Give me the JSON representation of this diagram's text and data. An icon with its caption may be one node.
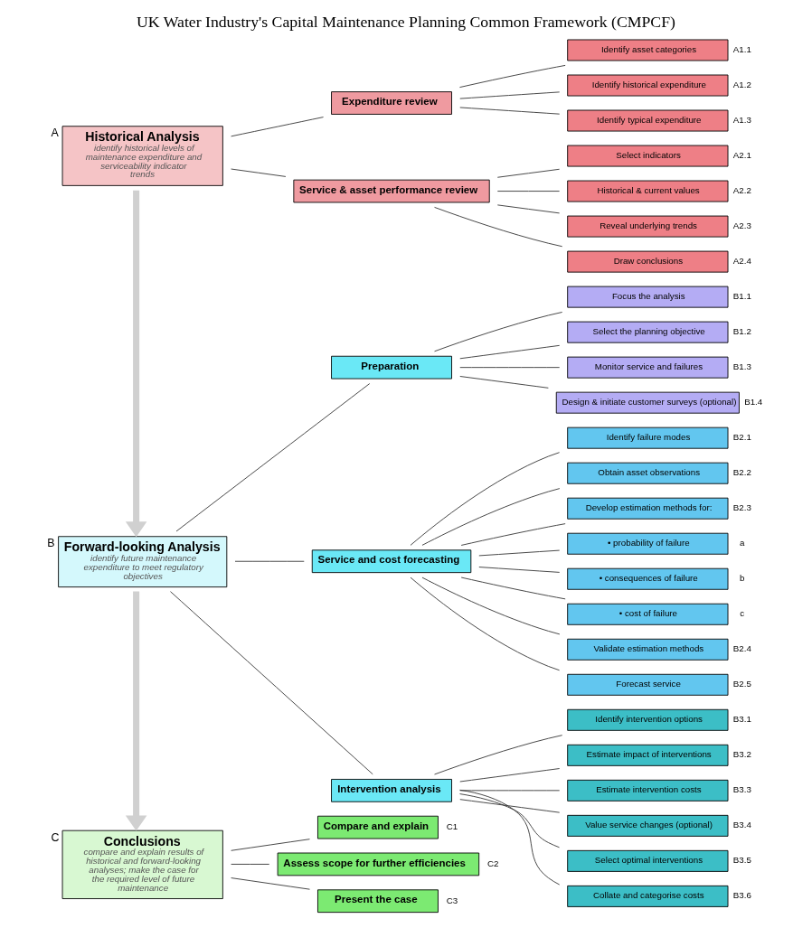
{
  "diagram": {
    "title": "UK Water Industry's Capital Maintenance Planning Common Framework (CMPCF)",
    "nodes": [
      {
        "text": [
          "Historical Analysis",
          "identify historical levels of maintenance expenditure and serviceability indicator trends"
        ],
        "beside": [
          "A"
        ]
      },
      {
        "text": [
          "Expenditure review"
        ]
      },
      {
        "text": [
          "Service & asset performance review"
        ]
      },
      {
        "text": [
          "Identify asset categories"
        ],
        "beside": [
          "A1.1"
        ]
      },
      {
        "text": [
          "Identify historical expenditure"
        ],
        "beside": [
          "A1.2"
        ]
      },
      {
        "text": [
          "Identify typical expenditure"
        ],
        "beside": [
          "A1.3"
        ]
      },
      {
        "text": [
          "Select indicators"
        ],
        "beside": [
          "A2.1"
        ]
      },
      {
        "text": [
          "Historical & current values"
        ],
        "beside": [
          "A2.2"
        ]
      },
      {
        "text": [
          "Reveal underlying trends"
        ],
        "beside": [
          "A2.3"
        ]
      },
      {
        "text": [
          "Draw conclusions"
        ],
        "beside": [
          "A2.4"
        ]
      },
      {
        "text": [
          "Forward-looking Analysis",
          "identify future maintenance expenditure to meet regulatory objectives"
        ],
        "beside": [
          "B"
        ]
      },
      {
        "text": [
          "Preparation"
        ]
      },
      {
        "text": [
          "Service and cost forecasting"
        ]
      },
      {
        "text": [
          "Intervention analysis"
        ]
      },
      {
        "text": [
          "Focus the analysis"
        ],
        "beside": [
          "B1.1"
        ]
      },
      {
        "text": [
          "Select the planning objective"
        ],
        "beside": [
          "B1.2"
        ]
      },
      {
        "text": [
          "Monitor service and failures"
        ],
        "beside": [
          "B1.3"
        ]
      },
      {
        "text": [
          "Design & initiate customer surveys (optional)"
        ],
        "beside": [
          "B1.4"
        ]
      },
      {
        "text": [
          "Identify failure modes"
        ],
        "beside": [
          "B2.1"
        ]
      },
      {
        "text": [
          "Obtain asset observations"
        ],
        "beside": [
          "B2.2"
        ]
      },
      {
        "text": [
          "Develop estimation methods for:"
        ],
        "beside": [
          "B2.3"
        ]
      },
      {
        "text": [
          "• probability of failure"
        ],
        "beside": [
          "a"
        ]
      },
      {
        "text": [
          "• consequences of failure"
        ],
        "beside": [
          "b"
        ]
      },
      {
        "text": [
          "• cost of failure"
        ],
        "beside": [
          "c"
        ]
      },
      {
        "text": [
          "Validate estimation methods"
        ],
        "beside": [
          "B2.4"
        ]
      },
      {
        "text": [
          "Forecast service"
        ],
        "beside": [
          "B2.5"
        ]
      },
      {
        "text": [
          "Identify intervention options"
        ],
        "beside": [
          "B3.1"
        ]
      },
      {
        "text": [
          "Estimate impact of interventions"
        ],
        "beside": [
          "B3.2"
        ]
      },
      {
        "text": [
          "Estimate intervention costs"
        ],
        "beside": [
          "B3.3"
        ]
      },
      {
        "text": [
          "Value service changes (optional)"
        ],
        "beside": [
          "B3.4"
        ]
      },
      {
        "text": [
          "Select optimal interventions"
        ],
        "beside": [
          "B3.5"
        ]
      },
      {
        "text": [
          "Collate and categorise costs"
        ],
        "beside": [
          "B3.6"
        ]
      },
      {
        "text": [
          "Conclusions",
          "compare and explain results of historical and forward-looking analyses; make the case for the required level of future maintenance"
        ],
        "beside": [
          "C"
        ]
      },
      {
        "text": [
          "Compare and explain"
        ],
        "beside": [
          "C1"
        ]
      },
      {
        "text": [
          "Assess scope for further efficiencies"
        ],
        "beside": [
          "C2"
        ]
      },
      {
        "text": [
          "Present the case"
        ],
        "beside": [
          "C3"
        ]
      }
    ],
    "edges": [
      {
        "from": 0,
        "to": 1,
        "arrow": "none"
      },
      {
        "from": 0,
        "to": 2,
        "arrow": "none"
      },
      {
        "from": 1,
        "to": 3,
        "arrow": "none"
      },
      {
        "from": 1,
        "to": 4,
        "arrow": "none"
      },
      {
        "from": 1,
        "to": 5,
        "arrow": "none"
      },
      {
        "from": 2,
        "to": 6,
        "arrow": "none"
      },
      {
        "from": 2,
        "to": 7,
        "arrow": "none"
      },
      {
        "from": 2,
        "to": 8,
        "arrow": "none"
      },
      {
        "from": 2,
        "to": 9,
        "arrow": "none"
      },
      {
        "from": 0,
        "to": 10,
        "arrow": "to",
        "style": "thick",
        "color": "#d0d0d0"
      },
      {
        "from": 10,
        "to": 11,
        "arrow": "none"
      },
      {
        "from": 10,
        "to": 12,
        "arrow": "none"
      },
      {
        "from": 10,
        "to": 13,
        "arrow": "none"
      },
      {
        "from": 11,
        "to": 14,
        "arrow": "none"
      },
      {
        "from": 11,
        "to": 15,
        "arrow": "none"
      },
      {
        "from": 11,
        "to": 16,
        "arrow": "none"
      },
      {
        "from": 11,
        "to": 17,
        "arrow": "none"
      },
      {
        "from": 12,
        "to": 18,
        "arrow": "none"
      },
      {
        "from": 12,
        "to": 19,
        "arrow": "none"
      },
      {
        "from": 12,
        "to": 20,
        "arrow": "none"
      },
      {
        "from": 12,
        "to": 21,
        "arrow": "none"
      },
      {
        "from": 12,
        "to": 22,
        "arrow": "none"
      },
      {
        "from": 12,
        "to": 23,
        "arrow": "none"
      },
      {
        "from": 12,
        "to": 24,
        "arrow": "none"
      },
      {
        "from": 12,
        "to": 25,
        "arrow": "none"
      },
      {
        "from": 13,
        "to": 26,
        "arrow": "none"
      },
      {
        "from": 13,
        "to": 27,
        "arrow": "none"
      },
      {
        "from": 13,
        "to": 28,
        "arrow": "none"
      },
      {
        "from": 13,
        "to": 29,
        "arrow": "none"
      },
      {
        "from": 13,
        "to": 30,
        "arrow": "none"
      },
      {
        "from": 13,
        "to": 31,
        "arrow": "none"
      },
      {
        "from": 10,
        "to": 32,
        "arrow": "to",
        "style": "thick",
        "color": "#d0d0d0"
      },
      {
        "from": 32,
        "to": 33,
        "arrow": "none"
      },
      {
        "from": 32,
        "to": 34,
        "arrow": "none"
      },
      {
        "from": 32,
        "to": 35,
        "arrow": "none"
      }
    ]
  }
}
